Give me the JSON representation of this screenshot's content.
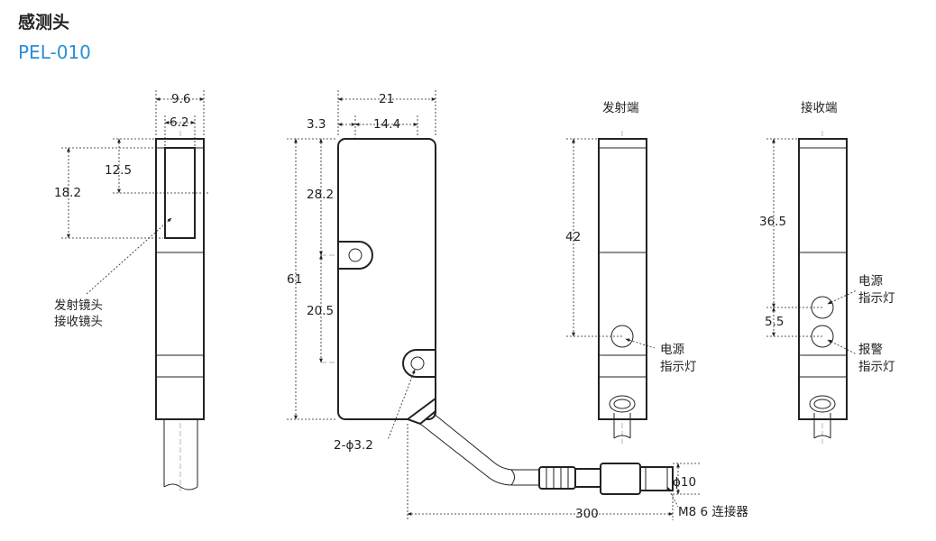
{
  "header": {
    "title": "感测头",
    "model": "PEL-010"
  },
  "side_view": {
    "width_outer": "9.6",
    "width_lens": "6.2",
    "dim_12_5": "12.5",
    "dim_18_2": "18.2",
    "lens_label_line1": "发射镜头",
    "lens_label_line2": "接收镜头"
  },
  "front_view": {
    "dim_21": "21",
    "dim_3_3": "3.3",
    "dim_14_4": "14.4",
    "dim_28_2": "28.2",
    "dim_61": "61",
    "dim_20_5": "20.5",
    "hole_label": "2-ϕ3.2",
    "connector_dia": "ϕ10",
    "cable_length": "300",
    "connector_label": "M8 6 连接器"
  },
  "emitter_view": {
    "title": "发射端",
    "dim_42": "42",
    "led_label_line1": "电源",
    "led_label_line2": "指示灯"
  },
  "receiver_view": {
    "title": "接收端",
    "dim_36_5": "36.5",
    "dim_5_5": "5.5",
    "power_label_line1": "电源",
    "power_label_line2": "指示灯",
    "alarm_label_line1": "报警",
    "alarm_label_line2": "指示灯"
  },
  "colors": {
    "model_text": "#2a8fd6",
    "line": "#222222"
  }
}
